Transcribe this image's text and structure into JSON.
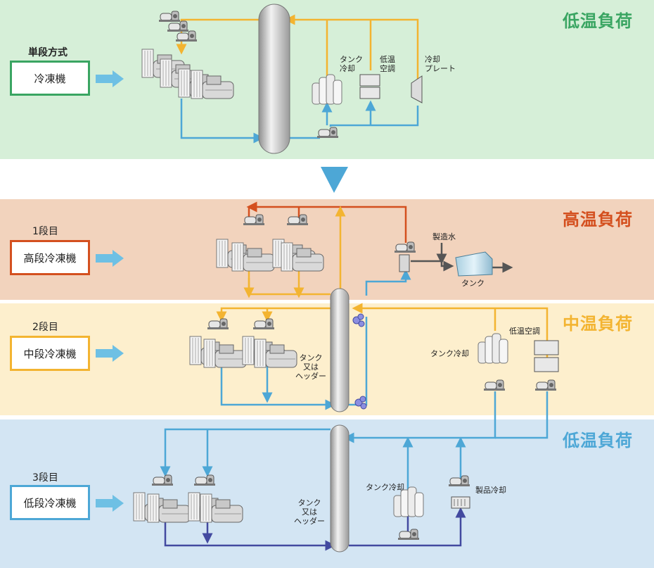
{
  "colors": {
    "green_bg": "#d6efd8",
    "peach_bg": "#f2d3bd",
    "cream_bg": "#fdefcd",
    "blue_bg": "#d3e5f3",
    "green": "#3aa562",
    "red": "#d4501f",
    "orange": "#f3b431",
    "blue": "#4da7d6",
    "navy": "#434aa0"
  },
  "top": {
    "mode": "単段方式",
    "box": "冷凍機",
    "title": "低温負荷",
    "tank_cool": [
      "タンク",
      "冷却"
    ],
    "low_temp_ac": [
      "低温",
      "空調"
    ],
    "plate_cool": [
      "冷却",
      "プレート"
    ]
  },
  "high": {
    "stage": "1段目",
    "box": "高段冷凍機",
    "title": "高温負荷",
    "water": "製造水",
    "tank": "タンク"
  },
  "mid": {
    "stage": "2段目",
    "box": "中段冷凍機",
    "title": "中温負荷",
    "header": [
      "タンク",
      "又は",
      "ヘッダー"
    ],
    "tank_cool": "タンク冷却",
    "low_temp_ac": "低温空調"
  },
  "low": {
    "stage": "3段目",
    "box": "低段冷凍機",
    "title": "低温負荷",
    "header": [
      "タンク",
      "又は",
      "ヘッダー"
    ],
    "tank_cool": "タンク冷却",
    "product_cool": "製品冷却"
  }
}
